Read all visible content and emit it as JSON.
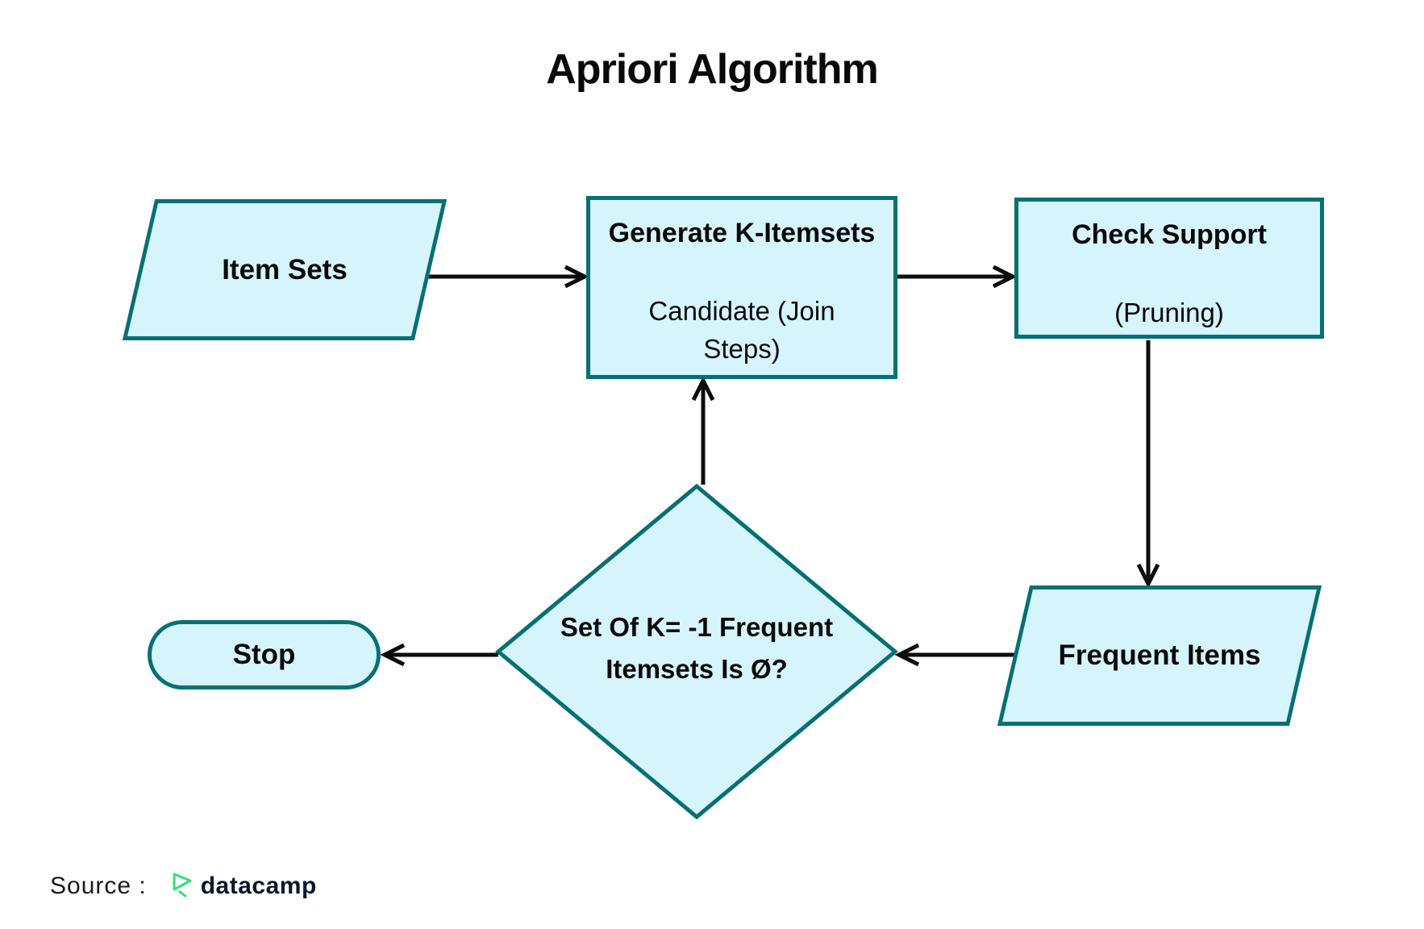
{
  "title": "Apriori Algorithm",
  "flowchart": {
    "item_sets": {
      "label": "Item Sets",
      "shape": "parallelogram"
    },
    "generate_k_itemsets": {
      "title": "Generate K-Itemsets",
      "subtitle": "Candidate (Join Steps)",
      "shape": "process"
    },
    "check_support": {
      "title": "Check Support",
      "subtitle": "(Pruning)",
      "shape": "process"
    },
    "frequent_items": {
      "label": "Frequent Items",
      "shape": "parallelogram"
    },
    "decision": {
      "line1": "Set Of K= -1 Frequent",
      "line2": "Itemsets Is Ø?",
      "shape": "diamond"
    },
    "stop": {
      "label": "Stop",
      "shape": "terminator"
    },
    "edges": [
      {
        "from": "item_sets",
        "to": "generate_k_itemsets"
      },
      {
        "from": "generate_k_itemsets",
        "to": "check_support"
      },
      {
        "from": "check_support",
        "to": "frequent_items"
      },
      {
        "from": "frequent_items",
        "to": "decision"
      },
      {
        "from": "decision",
        "to": "stop"
      },
      {
        "from": "decision",
        "to": "generate_k_itemsets"
      }
    ]
  },
  "footer": {
    "source_label": "Source :",
    "brand": "datacamp"
  },
  "colors": {
    "shape_fill": "#d5f4fb",
    "shape_border": "#076f76",
    "arrow": "#0d0d0d",
    "text": "#0a0a0a",
    "brand_green": "#2fe27a",
    "brand_navy": "#05192d"
  }
}
